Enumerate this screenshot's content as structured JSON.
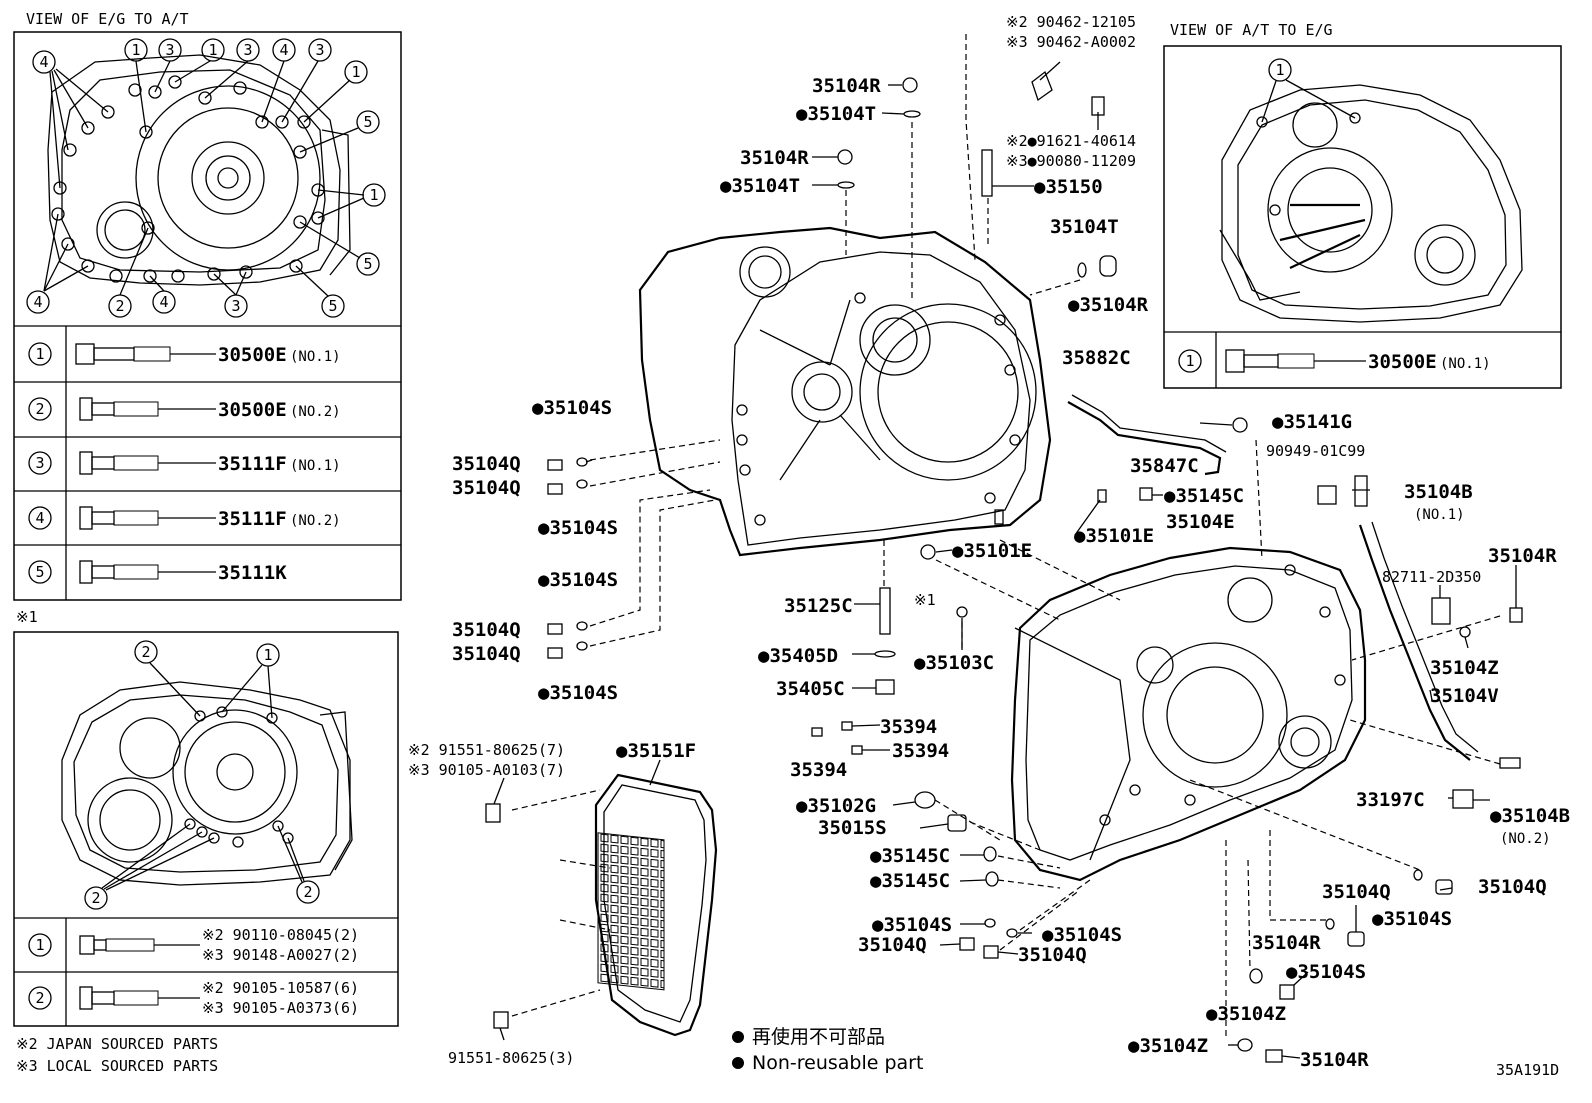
{
  "insets": {
    "eg_to_at": {
      "title": "VIEW OF E/G TO A/T"
    },
    "at_to_eg": {
      "title": "VIEW OF A/T TO E/G"
    },
    "mark1": {
      "title": "※1"
    }
  },
  "bolt_table_1": [
    {
      "num": "1",
      "part": "30500E",
      "note": "(NO.1)"
    },
    {
      "num": "2",
      "part": "30500E",
      "note": "(NO.2)"
    },
    {
      "num": "3",
      "part": "35111F",
      "note": "(NO.1)"
    },
    {
      "num": "4",
      "part": "35111F",
      "note": "(NO.2)"
    },
    {
      "num": "5",
      "part": "35111K",
      "note": ""
    }
  ],
  "bolt_table_2": [
    {
      "num": "1",
      "part": "30500E",
      "note": "(NO.1)"
    }
  ],
  "bolt_table_3": [
    {
      "num": "1",
      "line1": "※2 90110-08045(2)",
      "line2": "※3 90148-A0027(2)"
    },
    {
      "num": "2",
      "line1": "※2 90105-10587(6)",
      "line2": "※3 90105-A0373(6)"
    }
  ],
  "legend": {
    "japan": "※2 JAPAN SOURCED PARTS",
    "local": "※3 LOCAL SOURCED PARTS",
    "nonreuse_jp": "再使用不可部品",
    "nonreuse_en": "Non-reusable part",
    "diagram_id": "35A191D"
  },
  "callouts": {
    "c_90462_2": "※2 90462-12105",
    "c_90462_3": "※3 90462-A0002",
    "c_91621": "※2●91621-40614",
    "c_90080": "※3●90080-11209",
    "c_35150": "●35150",
    "c_35104R_a": "35104R",
    "c_35104T_a": "●35104T",
    "c_35104R_b": "35104R",
    "c_35104T_b": "●35104T",
    "c_35104T_c": "35104T",
    "c_35104R_c": "●35104R",
    "c_35882C": "35882C",
    "c_35847C": "35847C",
    "c_35141G": "●35141G",
    "c_90949": "90949-01C99",
    "c_35104B_1": "35104B",
    "c_35104B_1n": "(NO.1)",
    "c_35145C_a": "●35145C",
    "c_35104E": "35104E",
    "c_35101E_a": "●35101E",
    "c_35101E_b": "●35101E",
    "c_35104R_d": "35104R",
    "c_82711": "82711-2D350",
    "c_35104Z_a": "35104Z",
    "c_35104V": "35104V",
    "c_33197C": "33197C",
    "c_35104B_2": "●35104B",
    "c_35104B_2n": "(NO.2)",
    "c_35104S_a": "●35104S",
    "c_35104Q_a": "35104Q",
    "c_35104Q_b": "35104Q",
    "c_35104S_b": "●35104S",
    "c_35104S_c": "●35104S",
    "c_35104Q_c": "35104Q",
    "c_35104Q_d": "35104Q",
    "c_35104S_d": "●35104S",
    "c_35125C": "35125C",
    "c_mark1": "※1",
    "c_35103C": "●35103C",
    "c_35405D": "●35405D",
    "c_35405C": "35405C",
    "c_35394_a": "35394",
    "c_35394_b": "35394",
    "c_35394_c": "35394",
    "c_91551_2": "※2 91551-80625(7)",
    "c_90105_3": "※3 90105-A0103(7)",
    "c_35151F": "●35151F",
    "c_35102G": "●35102G",
    "c_35015S": "35015S",
    "c_35145C_b": "●35145C",
    "c_35145C_c": "●35145C",
    "c_35104S_e": "●35104S",
    "c_35104S_f": "●35104S",
    "c_35104Q_e": "35104Q",
    "c_35104Q_f": "35104Q",
    "c_35104Q_g": "35104Q",
    "c_35104Q_h": "35104Q",
    "c_35104S_g": "●35104S",
    "c_35104R_e": "35104R",
    "c_35104S_h": "●35104S",
    "c_35104Z_b": "●35104Z",
    "c_35104Z_c": "●35104Z",
    "c_35104R_f": "35104R",
    "c_91551_3": "91551-80625(3)"
  }
}
